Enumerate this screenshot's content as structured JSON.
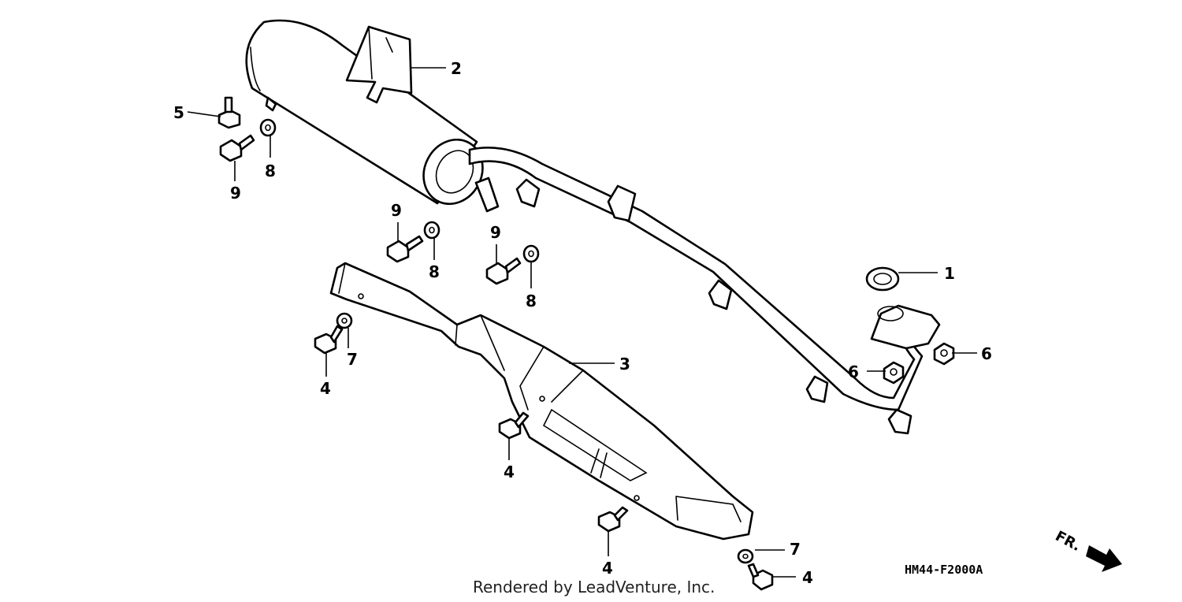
{
  "diagram": {
    "code": "HM44-F2000A",
    "credit": "Rendered by LeadVenture, Inc.",
    "direction": "FR.",
    "colors": {
      "line": "#000000",
      "background": "#ffffff"
    },
    "callouts": {
      "c1": "1",
      "c2": "2",
      "c3": "3",
      "c4a": "4",
      "c4b": "4",
      "c4c": "4",
      "c4d": "4",
      "c5": "5",
      "c6a": "6",
      "c6b": "6",
      "c7a": "7",
      "c7b": "7",
      "c8a": "8",
      "c8b": "8",
      "c8c": "8",
      "c9a": "9",
      "c9b": "9",
      "c9c": "9"
    }
  }
}
